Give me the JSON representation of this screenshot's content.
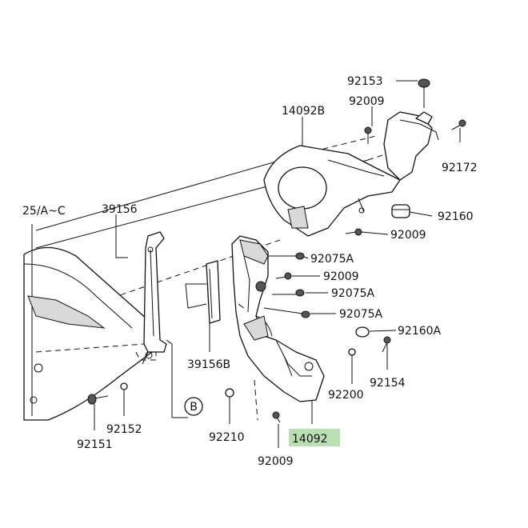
{
  "labels": {
    "p92153": "92153",
    "p92009_top": "92009",
    "p14092B": "14092B",
    "p92172": "92172",
    "p92160": "92160",
    "p92009_mid": "92009",
    "p39156": "39156",
    "p92075A_1": "92075A",
    "p92009_c": "92009",
    "p92075A_2": "92075A",
    "p92075A_3": "92075A",
    "p92160A": "92160A",
    "p39156B": "39156B",
    "p92154": "92154",
    "p92200": "92200",
    "p92152": "92152",
    "p92210": "92210",
    "p14092": "14092",
    "p92151": "92151",
    "p92009_bot": "92009",
    "ref_b": "B",
    "edge_ref": "25/A~C"
  },
  "colors": {
    "highlight": "#b9dfb3",
    "line": "#111111"
  }
}
